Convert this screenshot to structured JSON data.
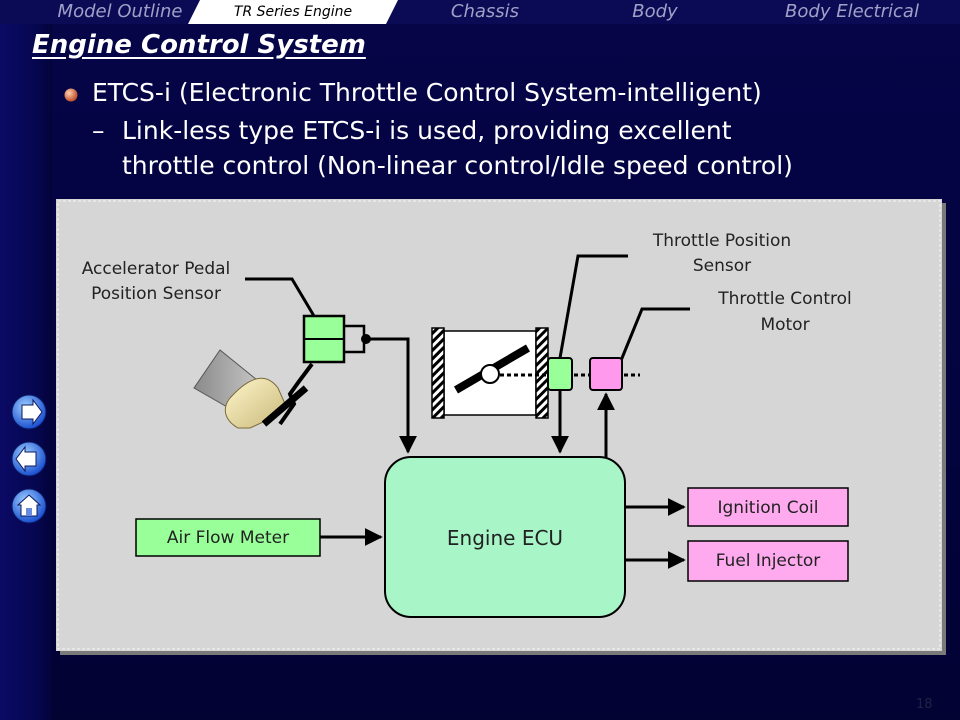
{
  "tabs": [
    {
      "label": "Model Outline",
      "active": false
    },
    {
      "label": "TR Series Engine",
      "active": true
    },
    {
      "label": "Chassis",
      "active": false
    },
    {
      "label": "Body",
      "active": false
    },
    {
      "label": "Body Electrical",
      "active": false
    }
  ],
  "slide": {
    "title": "Engine Control System",
    "bullet": "ETCS-i (Electronic Throttle Control System-intelligent)",
    "sub_dash": "–",
    "sub_line1": "Link-less type ETCS-i is used, providing excellent",
    "sub_line2": "throttle control (Non-linear control/Idle speed control)"
  },
  "diagram": {
    "accel_sensor_line1": "Accelerator Pedal",
    "accel_sensor_line2": "Position Sensor",
    "tps_line1": "Throttle Position",
    "tps_line2": "Sensor",
    "tcm_line1": "Throttle Control",
    "tcm_line2": "Motor",
    "air_flow_meter": "Air Flow Meter",
    "engine_ecu": "Engine ECU",
    "ignition_coil": "Ignition Coil",
    "fuel_injector": "Fuel Injector"
  },
  "colors": {
    "accent_green": "#a8f5c8",
    "sensor_green": "#99ff99",
    "motor_pink": "#ff99ee",
    "output_pink": "#ffaaee",
    "panel": "#d4d4d4"
  },
  "nav": {
    "next_icon": "arrow-right-icon",
    "prev_icon": "arrow-left-icon",
    "home_icon": "home-icon"
  },
  "page_number": "18"
}
